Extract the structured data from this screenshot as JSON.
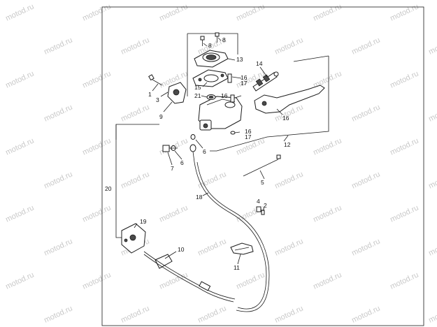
{
  "watermark": "motod.ru",
  "callouts": [
    {
      "id": "c1",
      "text": "1"
    },
    {
      "id": "c2",
      "text": "2"
    },
    {
      "id": "c3",
      "text": "3"
    },
    {
      "id": "c4",
      "text": "4"
    },
    {
      "id": "c5",
      "text": "5"
    },
    {
      "id": "c6a",
      "text": "6"
    },
    {
      "id": "c6b",
      "text": "6"
    },
    {
      "id": "c7",
      "text": "7"
    },
    {
      "id": "c8a",
      "text": "8"
    },
    {
      "id": "c8b",
      "text": "8"
    },
    {
      "id": "c9",
      "text": "9"
    },
    {
      "id": "c10",
      "text": "10"
    },
    {
      "id": "c11",
      "text": "11"
    },
    {
      "id": "c12",
      "text": "12"
    },
    {
      "id": "c13",
      "text": "13"
    },
    {
      "id": "c14",
      "text": "14"
    },
    {
      "id": "c15",
      "text": "15"
    },
    {
      "id": "c16a",
      "text": "16"
    },
    {
      "id": "c16b",
      "text": "16"
    },
    {
      "id": "c16c",
      "text": "16"
    },
    {
      "id": "c16d",
      "text": "16"
    },
    {
      "id": "c17a",
      "text": "17"
    },
    {
      "id": "c17b",
      "text": "17"
    },
    {
      "id": "c18",
      "text": "18"
    },
    {
      "id": "c19",
      "text": "19"
    },
    {
      "id": "c20",
      "text": "20"
    },
    {
      "id": "c21",
      "text": "21"
    }
  ]
}
